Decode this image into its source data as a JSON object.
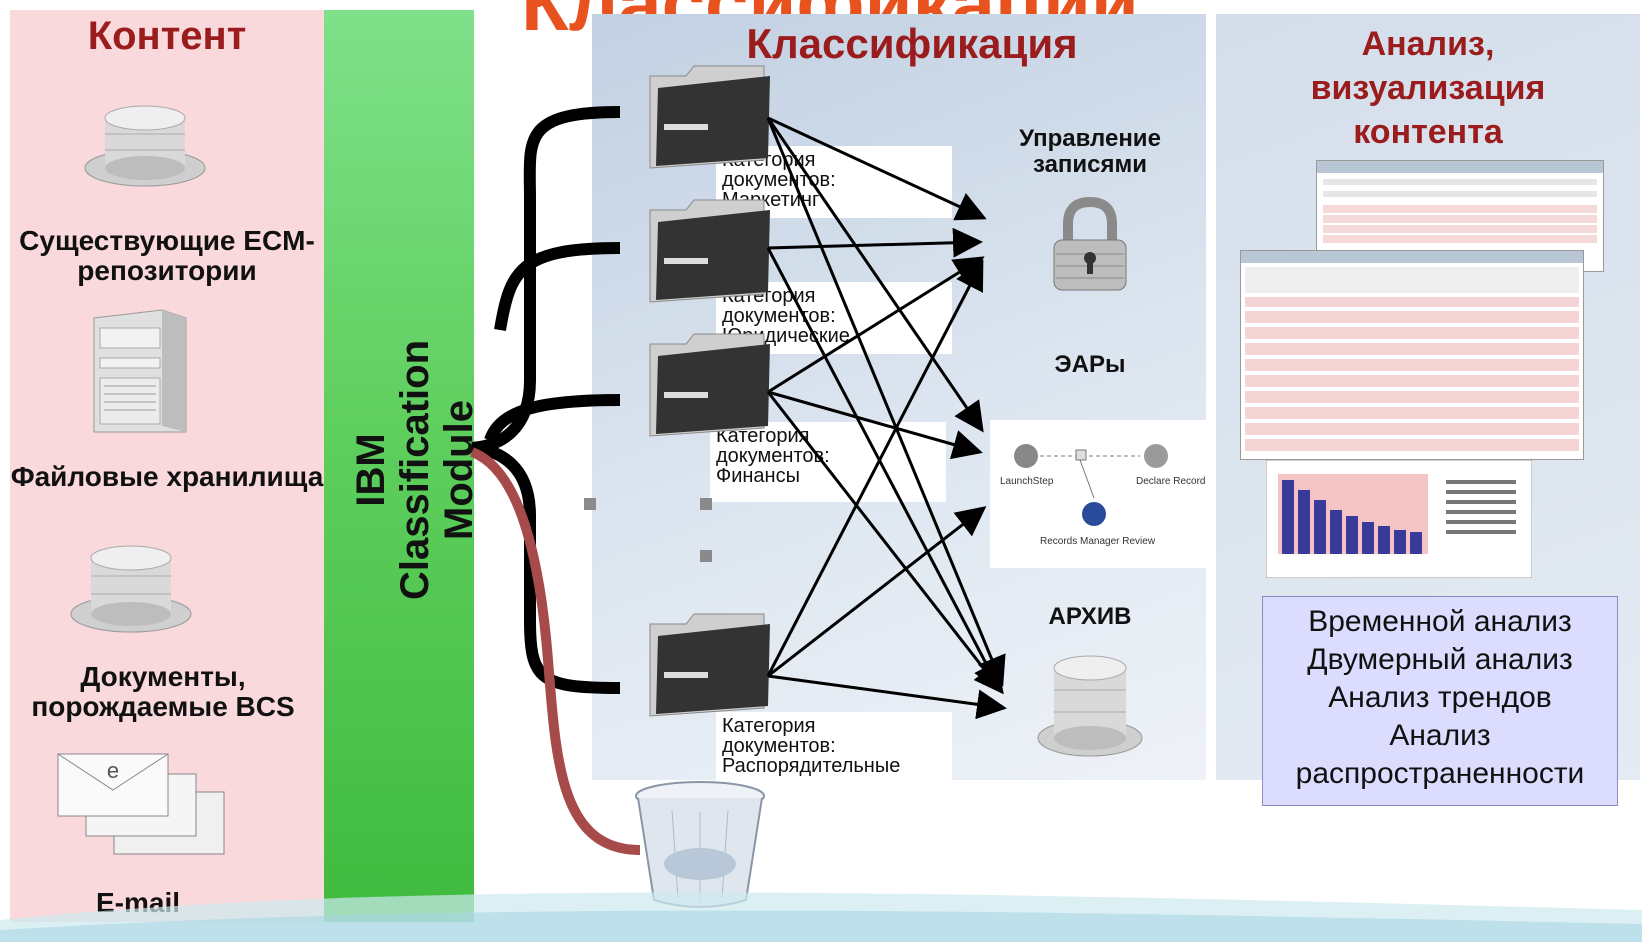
{
  "slide_title": "Классификации",
  "content": {
    "heading": "Контент",
    "sources": [
      {
        "label": "Существующие ECM-репозитории"
      },
      {
        "label": "Файловые хранилища"
      },
      {
        "label": "Документы, порождаемые BCS"
      },
      {
        "label": "E-mail"
      }
    ]
  },
  "classifier": {
    "line1": "IBM",
    "line2": "Classification Module"
  },
  "classification": {
    "heading": "Классификация",
    "categories": [
      {
        "line1": "Категория",
        "line2": "документов:",
        "line3": "Маркетинг"
      },
      {
        "line1": "Категория",
        "line2": "документов:",
        "line3": "Юридические"
      },
      {
        "line1": "Категория",
        "line2": "документов:",
        "line3": "Финансы"
      },
      {
        "line1": "Категория",
        "line2": "документов:",
        "line3": "Распорядительные"
      }
    ],
    "targets": {
      "records_line1": "Управление",
      "records_line2": "записями",
      "eds": "ЭАРы",
      "archive": "АРХИВ"
    },
    "workflow": {
      "step1": "LaunchStep",
      "step2": "Declare Record",
      "step3": "Records Manager Review"
    }
  },
  "analysis": {
    "heading_line1": "Анализ,",
    "heading_line2": "визуализация",
    "heading_line3": "контента",
    "items": [
      "Временной анализ",
      "Двумерный анализ",
      "Анализ трендов",
      "Анализ",
      "распространенности"
    ]
  },
  "colors": {
    "heading_red": "#9b1c1c",
    "title_orange": "#e8521e",
    "green": "#4fc44f",
    "pink": "#f9d9db",
    "trash_branch": "#a64a4a"
  }
}
